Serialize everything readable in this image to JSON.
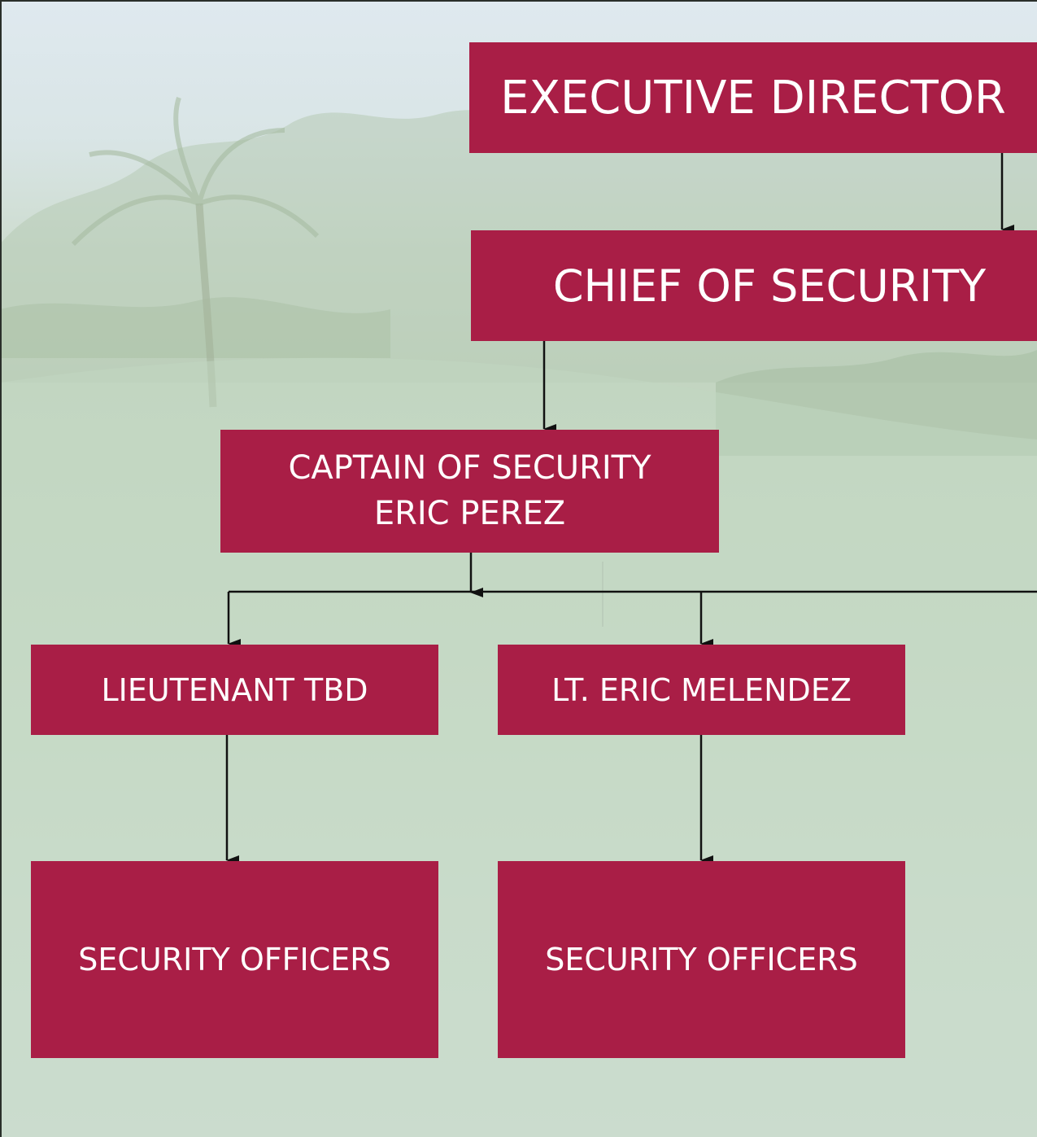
{
  "org_chart": {
    "executive": {
      "title": "EXECUTIVE DIRECTOR"
    },
    "chief": {
      "title": "CHIEF OF SECURITY"
    },
    "captain": {
      "title": "CAPTAIN OF SECURITY",
      "name": "ERIC PEREZ"
    },
    "lieutenants": [
      {
        "title": "LIEUTENANT TBD"
      },
      {
        "title": "LT. ERIC MELENDEZ"
      }
    ],
    "officers": [
      {
        "title": "SECURITY OFFICERS"
      },
      {
        "title": "SECURITY OFFICERS"
      }
    ]
  },
  "colors": {
    "box_fill": "#a91e46",
    "box_text": "#ffffff",
    "connector": "#111111"
  }
}
